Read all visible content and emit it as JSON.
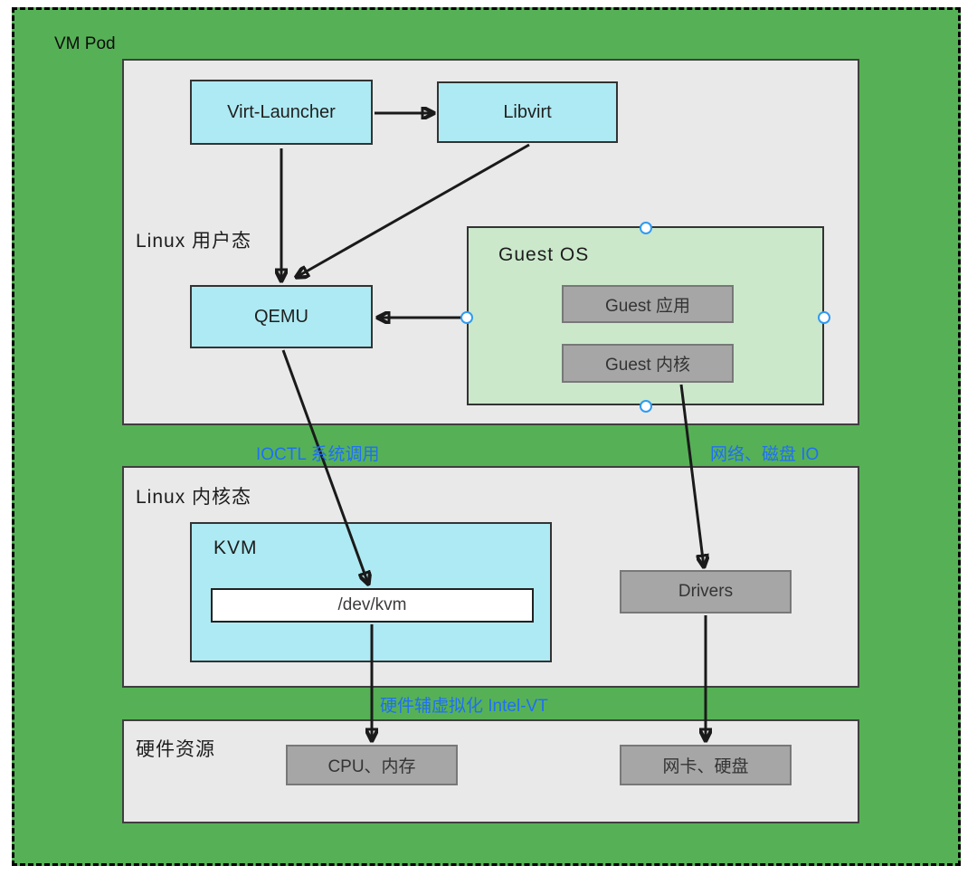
{
  "title": "VM Pod",
  "sections": {
    "user_mode": "Linux 用户态",
    "kernel_mode": "Linux 内核态",
    "hardware": "硬件资源"
  },
  "nodes": {
    "virt_launcher": "Virt-Launcher",
    "libvirt": "Libvirt",
    "qemu": "QEMU",
    "guest_os": "Guest OS",
    "guest_app": "Guest 应用",
    "guest_kernel": "Guest 内核",
    "kvm": "KVM",
    "dev_kvm": "/dev/kvm",
    "drivers": "Drivers",
    "cpu_mem": "CPU、内存",
    "nic_disk": "网卡、硬盘"
  },
  "edge_labels": {
    "ioctl": "IOCTL 系统调用",
    "net_disk": "网络、磁盘 IO",
    "hw_virt": "硬件辅虚拟化 Intel-VT"
  },
  "colors": {
    "pod_green": "#56b156",
    "section_gray": "#e9e9e9",
    "node_cyan": "#aeeaf3",
    "guest_green": "#cbe8cb",
    "node_gray": "#a6a6a6",
    "edge_label_blue": "#1f6ff5",
    "selection_blue": "#2f9bf2"
  }
}
